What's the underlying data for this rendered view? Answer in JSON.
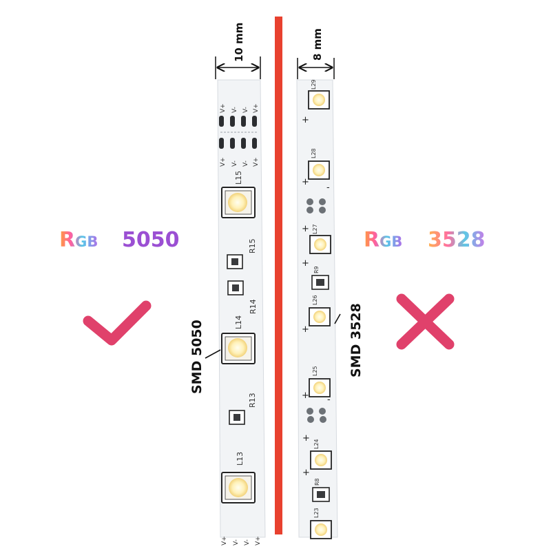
{
  "left_strip": {
    "width_label": "10 mm",
    "type_label": "SMD 5050",
    "led_labels": [
      "L15",
      "L14",
      "L13"
    ],
    "resistor_labels": [
      "R15",
      "R14",
      "R13"
    ],
    "pad_labels_top": [
      "V+",
      "V-",
      "V-",
      "V+"
    ],
    "pad_labels_bottom": [
      "V+",
      "V-",
      "V-",
      "V+"
    ]
  },
  "right_strip": {
    "width_label": "8 mm",
    "type_label": "SMD 3528",
    "led_labels": [
      "L29",
      "L28",
      "L27",
      "L26",
      "L25",
      "L24",
      "L23"
    ],
    "resistor_labels": [
      "R9",
      "R8"
    ],
    "polarity": [
      "+",
      "-"
    ]
  },
  "left_caption": {
    "prefix": "Rgb",
    "number": "5050"
  },
  "right_caption": {
    "prefix": "Rgb",
    "number": "3528"
  },
  "verdicts": {
    "left": "check-icon",
    "right": "cross-icon"
  },
  "colors": {
    "divider": "#e8412f",
    "verdict": "#e0416b",
    "pcb": "#f3f5f7",
    "led_warm": "#fff4c2",
    "caption_5050": "#9b4fd3",
    "caption_3528": [
      "#ffb34d",
      "#ff6fa0",
      "#5ec8e5",
      "#7ad68e",
      "#c77be8"
    ]
  }
}
